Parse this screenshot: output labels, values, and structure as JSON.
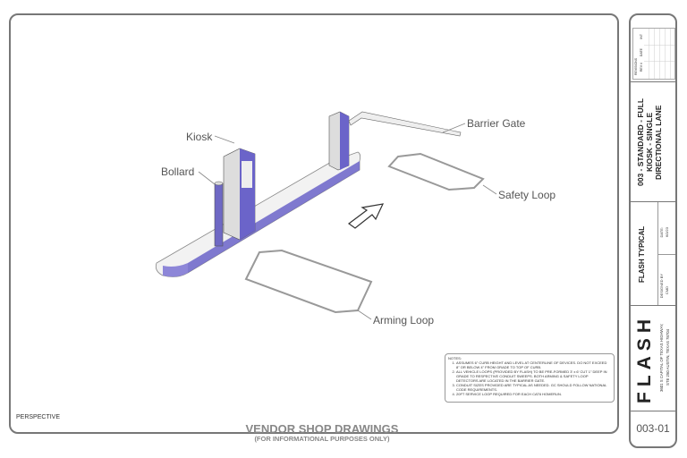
{
  "drawing": {
    "labels": {
      "kiosk": "Kiosk",
      "bollard": "Bollard",
      "barrier_gate": "Barrier Gate",
      "safety_loop": "Safety Loop",
      "arming_loop": "Arming Loop"
    },
    "view_label": "PERSPECTIVE",
    "colors": {
      "curb_side": "#6b64c9",
      "accent": "#e8554e"
    }
  },
  "notes": {
    "heading": "NOTES:",
    "items": [
      "ASSUMES 6\" CURB HEIGHT AND LEVEL AT CENTERLINE OF DEVICES. DO NOT EXCEED 8\" OR BELOW 4\" FROM GRADE TO TOP OF CURB.",
      "ALL VEHICLE LOOPS (PROVIDED BY FLASH) TO BE PRE-FORMED 3' x 6' CUT 1\" DEEP IN GRADE TO RESPECTIVE CONDUIT SWEEPS. BOTH ARMING & SAFETY LOOP DETECTORS ARE LOCATED IN THE BARRIER GATE.",
      "CONDUIT SIZES PROVIDED ARE TYPICAL AS NEEDED. GC SHOULD FOLLOW NATIONAL CODE REQUIREMENTS.",
      "20FT SERVICE LOOP REQUIRED FOR EACH CAT6 HOMERUN."
    ]
  },
  "footer": {
    "title": "VENDOR SHOP DRAWINGS",
    "subtitle": "(FOR INFORMATIONAL PURPOSES ONLY)"
  },
  "title_block": {
    "revisions": {
      "heading": "REVISIONS",
      "cols": [
        "REV #",
        "DATE",
        "INT"
      ]
    },
    "drawing_title": "003 - STANDARD - FULL KIOSK - SINGLE DIRECTIONAL LANE",
    "project": "FLASH TYPICAL",
    "date_label": "DATE:",
    "date": "6/2/23",
    "designed_label": "DESIGNED BY",
    "designer": "CMD",
    "logo": "FLASH",
    "address_line1": "3601 S CAPITAL OF TEXAS HIGHWAY,",
    "address_line2": "STE 250 AUSTIN, TEXAS 78704",
    "sheet": "003-01"
  }
}
